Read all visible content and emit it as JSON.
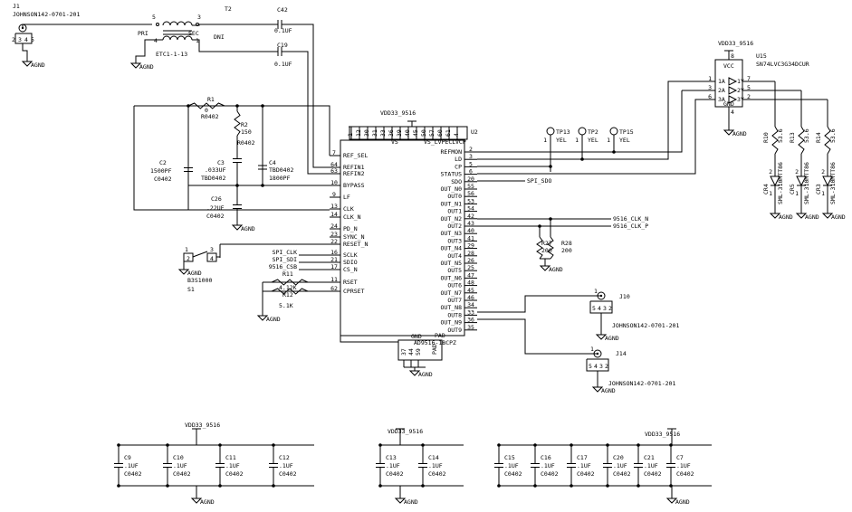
{
  "title": "",
  "connectors": {
    "J1": {
      "ref": "J1",
      "part": "JOHNSON142-0701-201",
      "pins": [
        "2",
        "3",
        "4",
        "5",
        "1"
      ]
    },
    "J10": {
      "ref": "J10",
      "part": "JOHNSON142-0701-201",
      "pins": [
        "5",
        "4",
        "3",
        "2",
        "1"
      ]
    },
    "J14": {
      "ref": "J14",
      "part": "JOHNSON142-0701-201",
      "pins": [
        "5",
        "4",
        "3",
        "2",
        "1"
      ]
    }
  },
  "transformer": {
    "ref": "T2",
    "part": "ETC1-1-13",
    "pri": "PRI",
    "sec": "SEC",
    "dni": "DNI",
    "pins": [
      "5",
      "3",
      "4",
      "1"
    ]
  },
  "caps_top": [
    {
      "ref": "C42",
      "value": "0.1UF"
    },
    {
      "ref": "C19",
      "value": "0.1UF"
    }
  ],
  "loop_filter": {
    "r1": {
      "ref": "R1",
      "value": "0",
      "pkg": "R0402"
    },
    "r2": {
      "ref": "R2",
      "value": "150",
      "pkg": "R0402"
    },
    "c2": {
      "ref": "C2",
      "value": "1500PF",
      "pkg": "C0402"
    },
    "c3": {
      "ref": "C3",
      "value": ".033UF",
      "pkg": "TBD0402"
    },
    "c4": {
      "ref": "C4",
      "value": "TBD0402",
      "pkg": "1800PF"
    },
    "c26": {
      "ref": "C26",
      "value": ".22UF",
      "pkg": "C0402"
    }
  },
  "ground_label": "AGND",
  "power_label": "VDD33_9516",
  "u2": {
    "ref": "U2",
    "part": "AD9516-1BCPZ",
    "top_pins": [
      "1",
      "12",
      "30",
      "31",
      "33",
      "36",
      "39",
      "40",
      "45",
      "50",
      "57",
      "60",
      "61",
      "4"
    ],
    "vs": "VS",
    "vs_lvpecl": "VS_LVPECL",
    "vcp": "VCP",
    "left": [
      {
        "num": "7",
        "name": "REF_SEL"
      },
      {
        "num": "64",
        "name": "REFIN1"
      },
      {
        "num": "63",
        "name": "REFIN2"
      },
      {
        "num": "10",
        "name": "BYPASS"
      },
      {
        "num": "9",
        "name": "LF"
      },
      {
        "num": "13",
        "name": "CLK"
      },
      {
        "num": "14",
        "name": "CLK_N"
      },
      {
        "num": "24",
        "name": "PD_N"
      },
      {
        "num": "23",
        "name": "SYNC_N"
      },
      {
        "num": "22",
        "name": "RESET_N"
      },
      {
        "num": "16",
        "name": "SCLK"
      },
      {
        "num": "21",
        "name": "SDIO"
      },
      {
        "num": "17",
        "name": "CS_N"
      },
      {
        "num": "11",
        "name": "RSET"
      },
      {
        "num": "62",
        "name": "CPRSET"
      }
    ],
    "right": [
      {
        "num": "2",
        "name": "REFMON"
      },
      {
        "num": "3",
        "name": "LD"
      },
      {
        "num": "5",
        "name": "CP"
      },
      {
        "num": "6",
        "name": "STATUS"
      },
      {
        "num": "20",
        "name": "SDO"
      },
      {
        "num": "55",
        "name": "OUT_N0"
      },
      {
        "num": "56",
        "name": "OUT0"
      },
      {
        "num": "53",
        "name": "OUT_N1"
      },
      {
        "num": "54",
        "name": "OUT1"
      },
      {
        "num": "42",
        "name": "OUT_N2"
      },
      {
        "num": "43",
        "name": "OUT2"
      },
      {
        "num": "40",
        "name": "OUT_N3"
      },
      {
        "num": "41",
        "name": "OUT3"
      },
      {
        "num": "29",
        "name": "OUT_N4"
      },
      {
        "num": "28",
        "name": "OUT4"
      },
      {
        "num": "26",
        "name": "OUT_N5"
      },
      {
        "num": "25",
        "name": "OUT5"
      },
      {
        "num": "47",
        "name": "OUT_N6"
      },
      {
        "num": "48",
        "name": "OUT6"
      },
      {
        "num": "45",
        "name": "OUT_N7"
      },
      {
        "num": "46",
        "name": "OUT7"
      },
      {
        "num": "34",
        "name": "OUT_N8"
      },
      {
        "num": "33",
        "name": "OUT8"
      },
      {
        "num": "36",
        "name": "OUT_N9"
      },
      {
        "num": "35",
        "name": "OUT9"
      }
    ],
    "gnd_pins": [
      "37",
      "44",
      "59"
    ],
    "gnd": "GND",
    "pad": "PAD"
  },
  "nets": {
    "spi_clk": "SPI_CLK",
    "spi_sdi": "SPI_SDI",
    "cs_b": "9516_CSB",
    "spi_sdo": "SPI_SDO",
    "clk_n": "9516_CLK_N",
    "clk_p": "9516_CLK_P"
  },
  "rset": [
    {
      "ref": "R11",
      "value": "4.12K"
    },
    {
      "ref": "R12",
      "value": "5.1K"
    }
  ],
  "switch": {
    "ref": "S1",
    "part": "B3S1000",
    "pins": [
      "1",
      "2",
      "3",
      "4"
    ]
  },
  "testpoints": [
    {
      "ref": "TP13",
      "label": "YEL",
      "pin": "1"
    },
    {
      "ref": "TP2",
      "label": "YEL",
      "pin": "1"
    },
    {
      "ref": "TP15",
      "label": "YEL",
      "pin": "1"
    }
  ],
  "term_resistors": [
    {
      "ref": "R27",
      "value": "200"
    },
    {
      "ref": "R28",
      "value": "200"
    }
  ],
  "u15": {
    "ref": "U15",
    "part": "SN74LVC3G34DCUR",
    "vcc": "VCC",
    "gnd": "GND",
    "inputs": [
      {
        "num": "1",
        "name": "1A"
      },
      {
        "num": "3",
        "name": "2A"
      },
      {
        "num": "6",
        "name": "3A"
      }
    ],
    "outputs": [
      {
        "num": "7",
        "name": "1Y"
      },
      {
        "num": "5",
        "name": "2Y"
      },
      {
        "num": "2",
        "name": "3Y"
      }
    ],
    "vcc_pin": "8",
    "gnd_pin": "4"
  },
  "leds": [
    {
      "led": "CR4",
      "res": "R10",
      "rval": "53.6",
      "part": "SML-310MTT86"
    },
    {
      "led": "CR5",
      "res": "R13",
      "rval": "53.6",
      "part": "SML-310MTT86"
    },
    {
      "led": "CR3",
      "res": "R14",
      "rval": "53.6",
      "part": "SML-310MTT86"
    }
  ],
  "led_pins": [
    "2",
    "1"
  ],
  "decoupling": [
    {
      "ref": "C9",
      "value": ".1UF",
      "pkg": "C0402"
    },
    {
      "ref": "C10",
      "value": ".1UF",
      "pkg": "C0402"
    },
    {
      "ref": "C11",
      "value": ".1UF",
      "pkg": "C0402"
    },
    {
      "ref": "C12",
      "value": ".1UF",
      "pkg": "C0402"
    },
    {
      "ref": "C13",
      "value": ".1UF",
      "pkg": "C0402"
    },
    {
      "ref": "C14",
      "value": ".1UF",
      "pkg": "C0402"
    },
    {
      "ref": "C15",
      "value": ".1UF",
      "pkg": "C0402"
    },
    {
      "ref": "C16",
      "value": ".1UF",
      "pkg": "C0402"
    },
    {
      "ref": "C17",
      "value": ".1UF",
      "pkg": "C0402"
    },
    {
      "ref": "C20",
      "value": ".1UF",
      "pkg": "C0402"
    },
    {
      "ref": "C21",
      "value": ".1UF",
      "pkg": "C0402"
    },
    {
      "ref": "C7",
      "value": ".1UF",
      "pkg": "C0402"
    }
  ]
}
